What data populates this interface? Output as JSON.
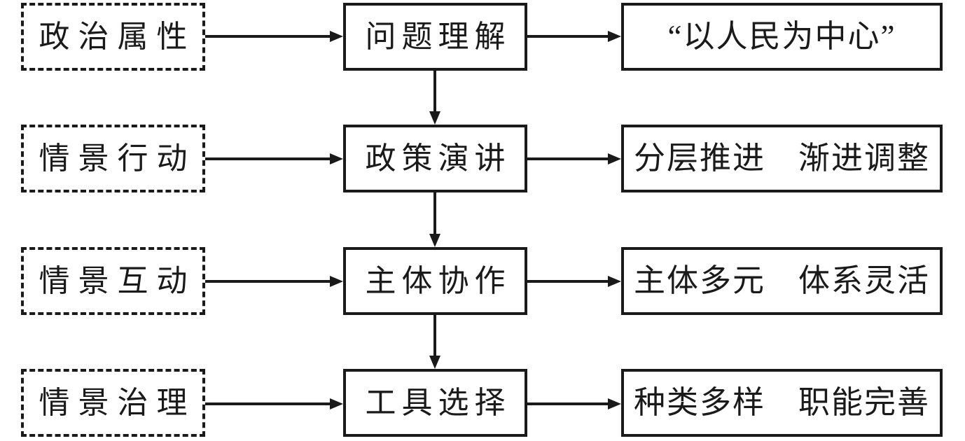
{
  "diagram": {
    "title": "policy-process-flowchart",
    "colors": {
      "line": "#1a1a1a",
      "text": "#1a1a1a",
      "background": "#ffffff"
    },
    "rows": [
      {
        "left": "政治属性",
        "middle": "问题理解",
        "right": "“以人民为中心”"
      },
      {
        "left": "情景行动",
        "middle": "政策演讲",
        "right": "分层推进　渐进调整"
      },
      {
        "left": "情景互动",
        "middle": "主体协作",
        "right": "主体多元　体系灵活"
      },
      {
        "left": "情景治理",
        "middle": "工具选择",
        "right": "种类多样　职能完善"
      }
    ]
  }
}
